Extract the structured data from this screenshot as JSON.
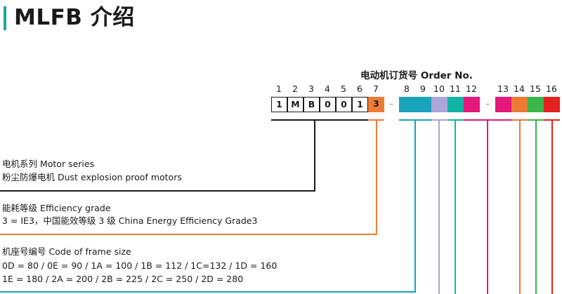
{
  "header": {
    "title": "MLFB 介绍",
    "accent_color": "#19a79a"
  },
  "order_number": {
    "title": "电动机订货号 Order No.",
    "positions": [
      "1",
      "2",
      "3",
      "4",
      "5",
      "6",
      "7",
      "8",
      "9",
      "10",
      "11",
      "12",
      "13",
      "14",
      "15",
      "16"
    ],
    "cells": [
      {
        "text": "1",
        "color": "#ffffff"
      },
      {
        "text": "M",
        "color": "#ffffff"
      },
      {
        "text": "B",
        "color": "#ffffff"
      },
      {
        "text": "0",
        "color": "#ffffff"
      },
      {
        "text": "0",
        "color": "#ffffff"
      },
      {
        "text": "1",
        "color": "#ffffff"
      },
      {
        "text": "3",
        "color": "#ee7b35"
      },
      {
        "text": "",
        "color": "#1aa3bc"
      },
      {
        "text": "",
        "color": "#1aa3bc"
      },
      {
        "text": "",
        "color": "#a9a6d9"
      },
      {
        "text": "",
        "color": "#13b3a4"
      },
      {
        "text": "",
        "color": "#e5187c"
      },
      {
        "text": "",
        "color": "#e5187c"
      },
      {
        "text": "",
        "color": "#ee7b35"
      },
      {
        "text": "",
        "color": "#3ab54a"
      },
      {
        "text": "",
        "color": "#e42121"
      }
    ],
    "separators": [
      "–",
      "–"
    ]
  },
  "labels": {
    "motor_series": {
      "line1": "电机系列 Motor series",
      "line2": "粉尘防爆电机 Dust explosion proof motors",
      "color": "#1a1a1a"
    },
    "efficiency": {
      "line1": "能耗等级 Efficiency grade",
      "line2": "3 = IE3，中国能效等级 3 级 China Energy Efficiency Grade3",
      "color": "#ee7b35"
    },
    "frame_size": {
      "line1": "机座号编号   Code of frame size",
      "line2": "0D = 80 / 0E = 90 / 1A = 100 / 1B = 112 / 1C=132 / 1D = 160",
      "line3": "1E = 180 / 2A = 200 / 2B = 225 / 2C = 250 / 2D = 280",
      "color": "#1aa3bc"
    }
  }
}
